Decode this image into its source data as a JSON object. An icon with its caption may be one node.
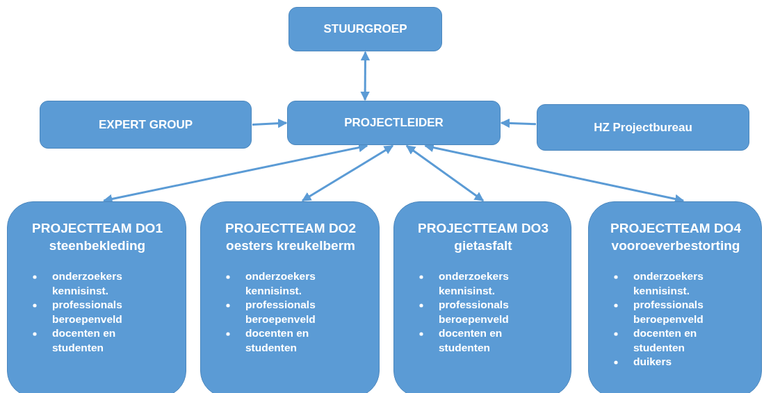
{
  "diagram": {
    "nodes": [
      {
        "text": [
          "STUURGROEP"
        ]
      },
      {
        "text": [
          "EXPERT GROUP"
        ]
      },
      {
        "text": [
          "PROJECTLEIDER"
        ]
      },
      {
        "text": [
          "HZ Projectbureau"
        ]
      },
      {
        "text": [
          "PROJECTTEAM DO1 steenbekleding",
          "onderzoekers kennisinst.",
          "professionals beroepenveld",
          "docenten en studenten"
        ]
      },
      {
        "text": [
          "PROJECTTEAM DO2 oesters kreukelberm",
          "onderzoekers kennisinst.",
          "professionals beroepenveld",
          "docenten en studenten"
        ]
      },
      {
        "text": [
          "PROJECTTEAM DO3 gietasfalt",
          "onderzoekers kennisinst.",
          "professionals beroepenveld",
          "docenten en studenten"
        ]
      },
      {
        "text": [
          "PROJECTTEAM DO4 vooroeverbestorting",
          "onderzoekers kennisinst.",
          "professionals beroepenveld",
          "docenten en studenten",
          "duikers"
        ]
      }
    ],
    "edges": [
      {
        "from": 0,
        "to": 2,
        "arrow": "both"
      },
      {
        "from": 1,
        "to": 2,
        "arrow": "to"
      },
      {
        "from": 3,
        "to": 2,
        "arrow": "to"
      },
      {
        "from": 2,
        "to": 4,
        "arrow": "both"
      },
      {
        "from": 2,
        "to": 5,
        "arrow": "both"
      },
      {
        "from": 2,
        "to": 6,
        "arrow": "both"
      },
      {
        "from": 2,
        "to": 7,
        "arrow": "both"
      }
    ]
  }
}
